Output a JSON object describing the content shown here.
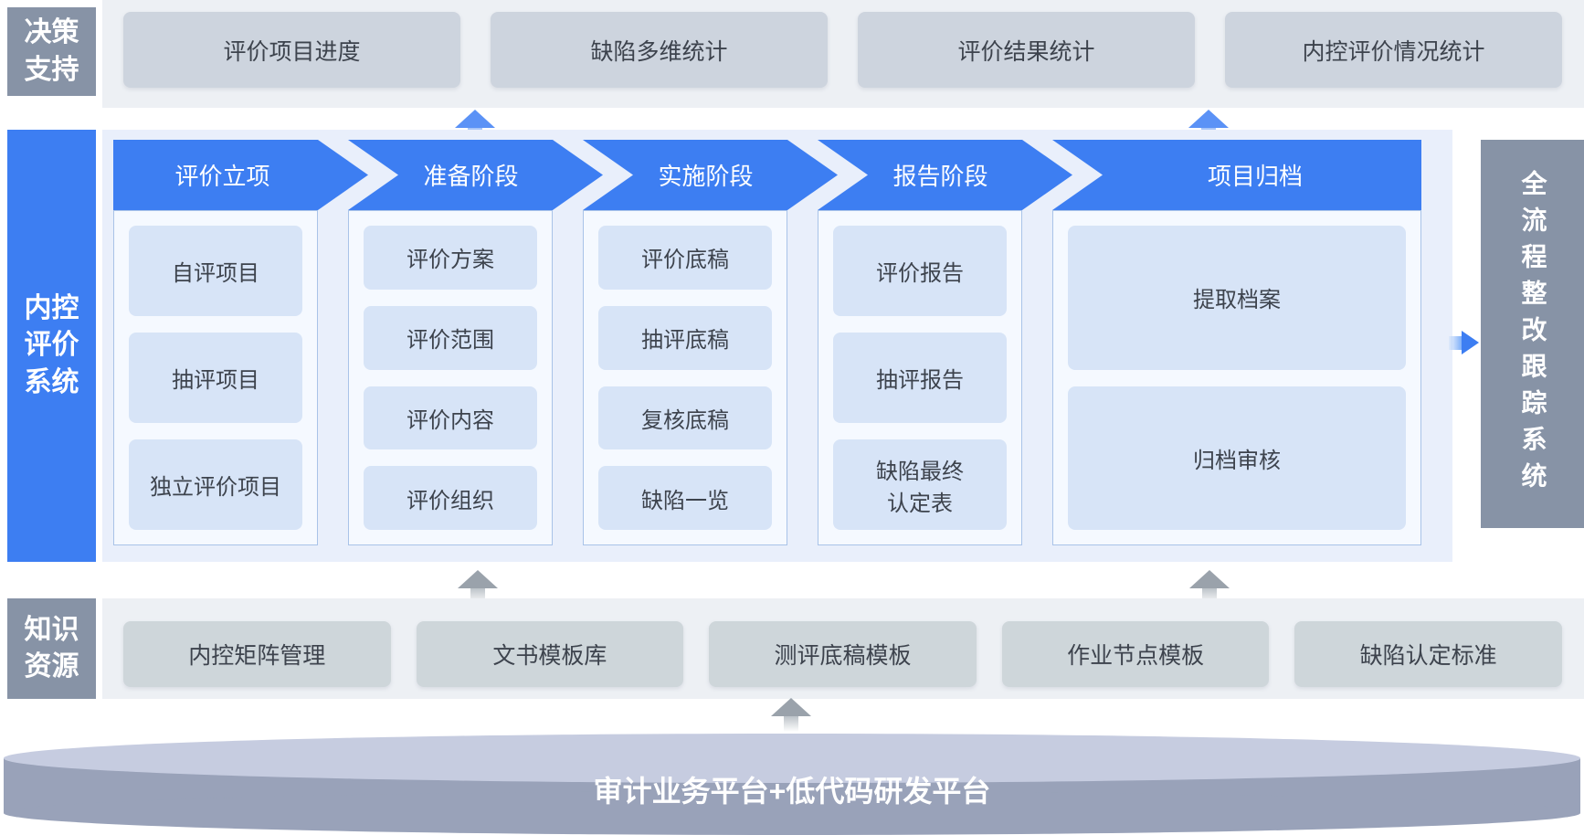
{
  "colors": {
    "accent_blue": "#3d7ef2",
    "panel_background": "#e9effb",
    "sub_box_blue": "#d7e4f7",
    "gray_label": "#8793a6",
    "row_background": "#edf0f4",
    "decision_box": "#cdd4de",
    "knowledge_box": "#ced6da",
    "platform_body": "#99a2b9",
    "platform_top": "#c6cce0",
    "text_dark": "#3d434d"
  },
  "decision_row": {
    "label": "决策\n支持",
    "items": [
      "评价项目进度",
      "缺陷多维统计",
      "评价结果统计",
      "内控评价情况统计"
    ]
  },
  "system": {
    "label": "内控\n评价\n系统",
    "phases": [
      {
        "title": "评价立项",
        "items": [
          "自评项目",
          "抽评项目",
          "独立评价项目"
        ]
      },
      {
        "title": "准备阶段",
        "items": [
          "评价方案",
          "评价范围",
          "评价内容",
          "评价组织"
        ]
      },
      {
        "title": "实施阶段",
        "items": [
          "评价底稿",
          "抽评底稿",
          "复核底稿",
          "缺陷一览"
        ]
      },
      {
        "title": "报告阶段",
        "items": [
          "评价报告",
          "抽评报告",
          "缺陷最终\n认定表"
        ]
      },
      {
        "title": "项目归档",
        "items": [
          "提取档案",
          "归档审核"
        ]
      }
    ]
  },
  "tracking_system": {
    "label": "全流程整改跟踪系统"
  },
  "knowledge_row": {
    "label": "知识\n资源",
    "items": [
      "内控矩阵管理",
      "文书模板库",
      "测评底稿模板",
      "作业节点模板",
      "缺陷认定标准"
    ]
  },
  "platform": {
    "label": "审计业务平台+低代码研发平台"
  }
}
